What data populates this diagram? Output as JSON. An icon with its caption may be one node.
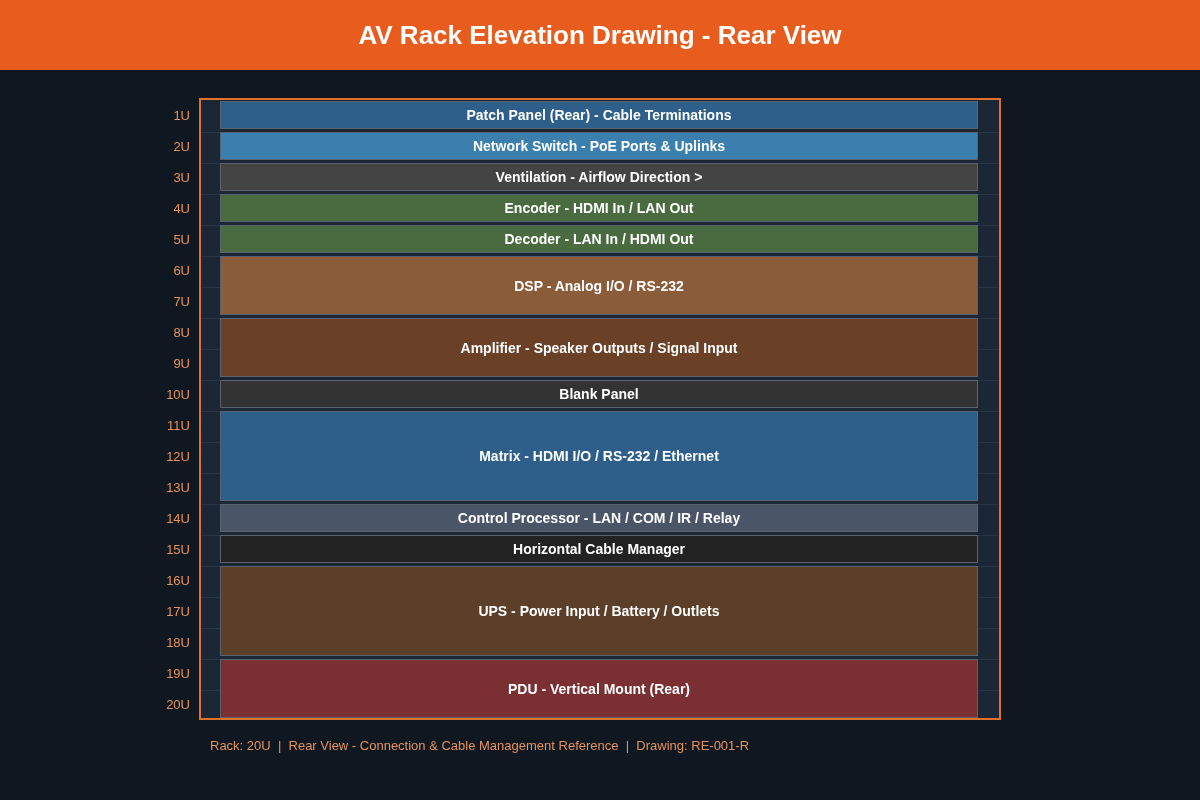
{
  "diagram": {
    "title": "AV Rack Elevation Drawing - Rear View",
    "caption": "Rack: 20U  |  Rear View - Connection & Cable Management Reference  |  Drawing: RE-001-R",
    "nodes": [
      {
        "text": [],
        "shape": "box"
      },
      {
        "text": [
          "Patch Panel (Rear) - Cable Terminations"
        ],
        "in": 0
      },
      {
        "text": [
          "Network Switch - PoE Ports & Uplinks"
        ],
        "in": 0
      },
      {
        "text": [
          "Ventilation - Airflow Direction >"
        ],
        "in": 0
      },
      {
        "text": [
          "Encoder - HDMI In / LAN Out"
        ],
        "in": 0
      },
      {
        "text": [
          "Decoder - LAN In / HDMI Out"
        ],
        "in": 0
      },
      {
        "text": [
          "DSP - Analog I/O / RS-232"
        ],
        "in": 0
      },
      {
        "text": [
          "Amplifier - Speaker Outputs / Signal Input"
        ],
        "in": 0
      },
      {
        "text": [
          "Blank Panel"
        ],
        "in": 0
      },
      {
        "text": [
          "Matrix - HDMI I/O / RS-232 / Ethernet"
        ],
        "in": 0
      },
      {
        "text": [
          "Control Processor - LAN / COM / IR / Relay"
        ],
        "in": 0
      },
      {
        "text": [
          "Horizontal Cable Manager"
        ],
        "in": 0
      },
      {
        "text": [
          "UPS - Power Input / Battery / Outlets"
        ],
        "in": 0
      },
      {
        "text": [
          "PDU - Vertical Mount (Rear)"
        ],
        "in": 0
      }
    ],
    "edges": [],
    "labels": [
      "1U",
      "2U",
      "3U",
      "4U",
      "5U",
      "6U",
      "7U",
      "8U",
      "9U",
      "10U",
      "11U",
      "12U",
      "13U",
      "14U",
      "15U",
      "16U",
      "17U",
      "18U",
      "19U",
      "20U"
    ]
  }
}
